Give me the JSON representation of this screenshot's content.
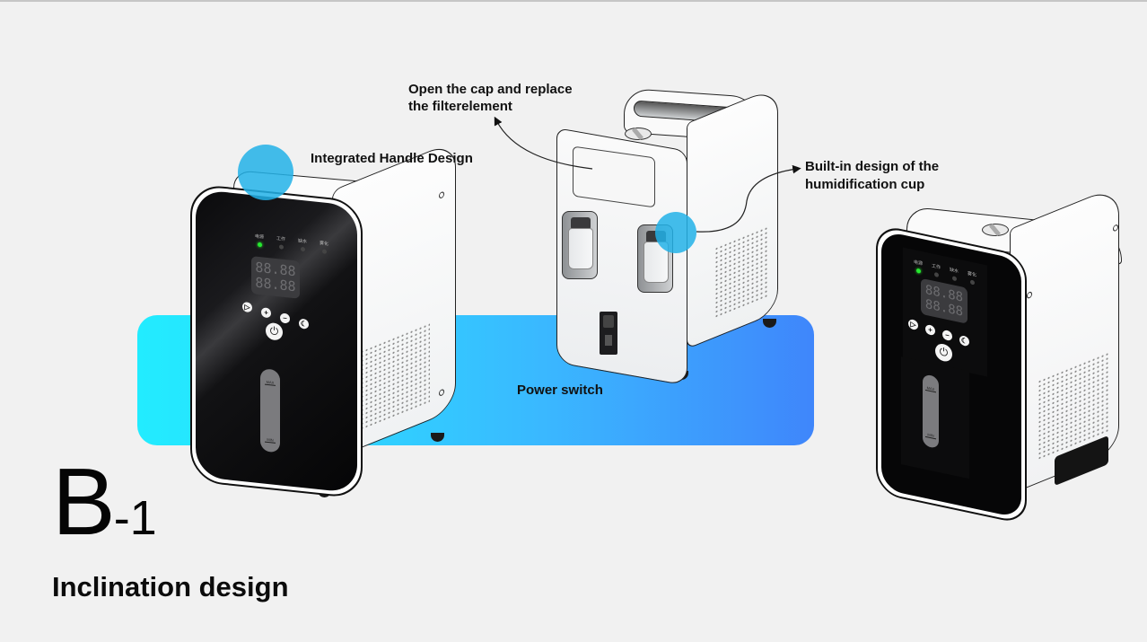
{
  "slide": {
    "code_letter": "B",
    "code_suffix": "-1",
    "subtitle": "Inclination design"
  },
  "annotations": {
    "handle": "Integrated Handle Design",
    "filter_line1": "Open the cap and replace",
    "filter_line2": "the filterelement",
    "humid_line1": "Built-in design of the",
    "humid_line2": "humidification cup",
    "power_switch": "Power switch"
  },
  "device_panel": {
    "indicators": [
      {
        "label": "电源",
        "state": "on"
      },
      {
        "label": "工作",
        "state": "off"
      },
      {
        "label": "缺水",
        "state": "off"
      },
      {
        "label": "雾化",
        "state": "off"
      }
    ],
    "display_line1": "88.88",
    "display_line2": "88.88",
    "buttons": [
      {
        "name": "timer",
        "glyph": "▷"
      },
      {
        "name": "plus",
        "glyph": "+"
      },
      {
        "name": "minus",
        "glyph": "−"
      },
      {
        "name": "sleep",
        "glyph": "☾"
      }
    ],
    "power_glyph": "⏻",
    "gauge_max": "MAX",
    "gauge_min": "MIN"
  },
  "colors": {
    "background": "#f1f1f1",
    "band_start": "#22ecff",
    "band_end": "#3f86fb",
    "callout": "#22b2e8",
    "led_on": "#25e830"
  }
}
